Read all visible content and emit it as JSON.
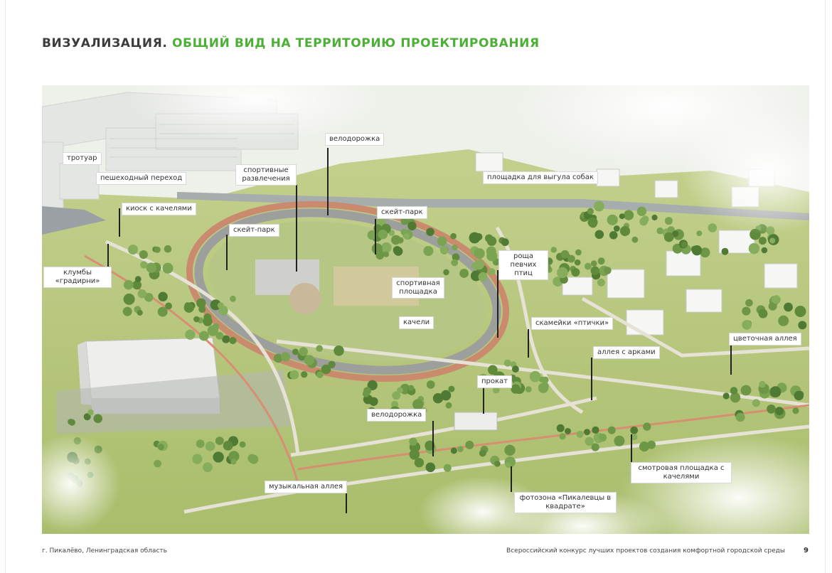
{
  "header": {
    "title_part1": "ВИЗУАЛИЗАЦИЯ.",
    "title_part2": "ОБЩИЙ ВИД НА ТЕРРИТОРИЮ ПРОЕКТИРОВАНИЯ"
  },
  "colors": {
    "accent_green": "#4caf36",
    "title_dark": "#3c3c3c",
    "lawn": "#b7c77e",
    "path_red": "#c98a6e"
  },
  "labels": {
    "velodorozhka_top": "велодорожка",
    "sport_ent": "спортивные развлечения",
    "trotuar": "тротуар",
    "peshehod": "пешеходный переход",
    "kiosk": "киоск с качелями",
    "skate_left": "скейт-парк",
    "skate_right": "скейт-парк",
    "dogs": "площадка для выгула собак",
    "klumby": "клумбы «градирни»",
    "roshcha": "роща певчих птиц",
    "sport_plosh": "спортивная площадка",
    "kacheli": "качели",
    "skameyki": "скамейки «птички»",
    "cvetochnaya": "цветочная аллея",
    "alleya_arki": "аллея с арками",
    "prokat": "прокат",
    "velodorozhka_bottom": "велодорожка",
    "smotrovaya": "смотровая площадка с качелями",
    "muzykalnaya": "музыкальная аллея",
    "fotozona": "фотозона «Пикалевцы в квадрате»"
  },
  "footer": {
    "left": "г. Пикалёво, Ленинградская область",
    "right": "Всероссийский конкурс лучших проектов создания комфортной городской среды",
    "page": "9"
  }
}
